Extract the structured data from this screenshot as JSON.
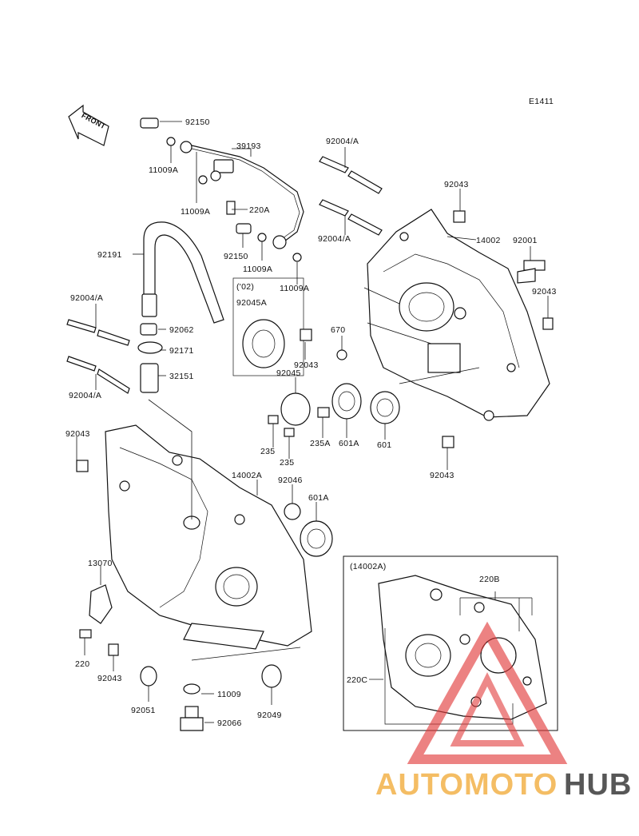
{
  "diagram_code": "E1411",
  "front_label": "FRONT",
  "inset_title": "(14002A)",
  "note_02": "('02)",
  "watermark": {
    "part1": "AUTOMOTO",
    "part2": "HUB",
    "color1": "#f3b24a",
    "color2": "#3a3a3a",
    "accent": "#e23b3b"
  },
  "labels": [
    {
      "id": "l92150a",
      "text": "92150"
    },
    {
      "id": "l11009Aa",
      "text": "11009A"
    },
    {
      "id": "l39193",
      "text": "39193"
    },
    {
      "id": "l11009Ab",
      "text": "11009A"
    },
    {
      "id": "l220A",
      "text": "220A"
    },
    {
      "id": "l92150b",
      "text": "92150"
    },
    {
      "id": "l11009Ac",
      "text": "11009A"
    },
    {
      "id": "l11009Ad",
      "text": "11009A"
    },
    {
      "id": "l92191",
      "text": "92191"
    },
    {
      "id": "l92004Aa",
      "text": "92004/A"
    },
    {
      "id": "l92004Ab",
      "text": "92004/A"
    },
    {
      "id": "l92004Ac",
      "text": "92004/A"
    },
    {
      "id": "l92004Ad",
      "text": "92004/A"
    },
    {
      "id": "l92043a",
      "text": "92043"
    },
    {
      "id": "l14002",
      "text": "14002"
    },
    {
      "id": "l92001",
      "text": "92001"
    },
    {
      "id": "l92043b",
      "text": "92043"
    },
    {
      "id": "l92045A",
      "text": "92045A"
    },
    {
      "id": "l670",
      "text": "670"
    },
    {
      "id": "l92043c",
      "text": "92043"
    },
    {
      "id": "l92062",
      "text": "92062"
    },
    {
      "id": "l92171",
      "text": "92171"
    },
    {
      "id": "l32151",
      "text": "32151"
    },
    {
      "id": "l92045",
      "text": "92045"
    },
    {
      "id": "l235",
      "text": "235"
    },
    {
      "id": "l235b",
      "text": "235"
    },
    {
      "id": "l235A",
      "text": "235A"
    },
    {
      "id": "l601A",
      "text": "601A"
    },
    {
      "id": "l601",
      "text": "601"
    },
    {
      "id": "l92043d",
      "text": "92043"
    },
    {
      "id": "l92043e",
      "text": "92043"
    },
    {
      "id": "l14002A",
      "text": "14002A"
    },
    {
      "id": "l92046",
      "text": "92046"
    },
    {
      "id": "l601Ab",
      "text": "601A"
    },
    {
      "id": "l13070",
      "text": "13070"
    },
    {
      "id": "l220",
      "text": "220"
    },
    {
      "id": "l92043f",
      "text": "92043"
    },
    {
      "id": "l92051",
      "text": "92051"
    },
    {
      "id": "l11009",
      "text": "11009"
    },
    {
      "id": "l92049",
      "text": "92049"
    },
    {
      "id": "l92066",
      "text": "92066"
    },
    {
      "id": "l220B",
      "text": "220B"
    },
    {
      "id": "l220C",
      "text": "220C"
    }
  ]
}
